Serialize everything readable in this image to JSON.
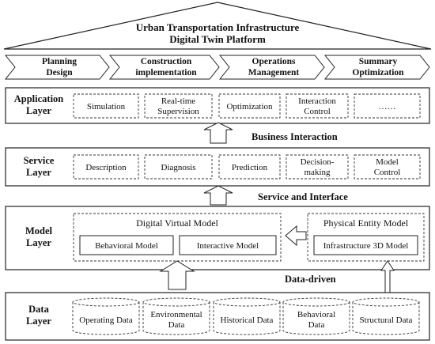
{
  "platform_title": [
    "Urban Transportation Infrastructure",
    "Digital Twin Platform"
  ],
  "phases": [
    [
      "Planning",
      "Design"
    ],
    [
      "Construction",
      "implementation"
    ],
    [
      "Operations",
      "Management"
    ],
    [
      "Summary",
      "Optimization"
    ]
  ],
  "application_layer": {
    "label": [
      "Application",
      "Layer"
    ],
    "items": [
      [
        "Simulation"
      ],
      [
        "Real-time",
        "Supervision"
      ],
      [
        "Optimization"
      ],
      [
        "Interaction",
        "Control"
      ],
      [
        "……"
      ]
    ]
  },
  "business_interaction": "Business Interaction",
  "service_layer": {
    "label": [
      "Service",
      "Layer"
    ],
    "items": [
      [
        "Description"
      ],
      [
        "Diagnosis"
      ],
      [
        "Prediction"
      ],
      [
        "Decision-",
        "making"
      ],
      [
        "Model",
        "Control"
      ]
    ]
  },
  "service_interface": "Service and Interface",
  "model_layer": {
    "label": [
      "Model",
      "Layer"
    ],
    "digital_virtual_model": {
      "title": "Digital Virtual Model",
      "items": [
        "Behavioral Model",
        "Interactive Model"
      ]
    },
    "physical_entity_model": {
      "title": "Physical Entity Model",
      "items": [
        "Infrastructure 3D Model"
      ]
    }
  },
  "data_driven": "Data-driven",
  "data_layer": {
    "label": [
      "Data",
      "Layer"
    ],
    "items": [
      [
        "Operating Data"
      ],
      [
        "Environmental",
        "Data"
      ],
      [
        "Historical Data"
      ],
      [
        "Behavioral",
        "Data"
      ],
      [
        "Structural Data"
      ]
    ]
  }
}
